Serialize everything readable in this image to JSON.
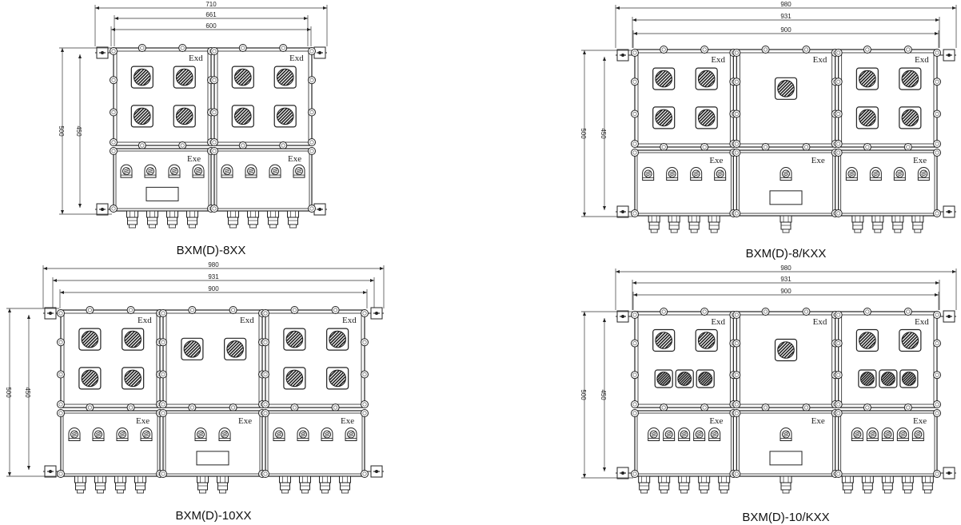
{
  "diagrams": [
    {
      "caption": "BXM(D)-8XX",
      "dims_h": [
        "710",
        "661",
        "600"
      ],
      "dims_v": [
        "500",
        "450"
      ],
      "top_row": [
        {
          "tag": "Exd",
          "switches": [
            2,
            2
          ]
        },
        {
          "tag": "Exd",
          "switches": [
            2,
            2
          ]
        }
      ],
      "bottom_row": [
        {
          "tag": "Exe",
          "lamps": 4,
          "plate": true
        },
        {
          "tag": "Exe",
          "lamps": 4,
          "plate": false
        }
      ]
    },
    {
      "caption": "BXM(D)-8/KXX",
      "dims_h": [
        "980",
        "931",
        "900"
      ],
      "dims_v": [
        "500",
        "450"
      ],
      "top_row": [
        {
          "tag": "Exd",
          "switches": [
            2,
            2
          ]
        },
        {
          "tag": "Exd",
          "switches": [
            1
          ]
        },
        {
          "tag": "Exd",
          "switches": [
            2,
            2
          ]
        }
      ],
      "bottom_row": [
        {
          "tag": "Exe",
          "lamps": 4,
          "plate": false
        },
        {
          "tag": "Exe",
          "lamps": 1,
          "plate": true
        },
        {
          "tag": "Exe",
          "lamps": 4,
          "plate": false
        }
      ]
    },
    {
      "caption": "BXM(D)-10XX",
      "dims_h": [
        "980",
        "931",
        "900"
      ],
      "dims_v": [
        "500",
        "450"
      ],
      "top_row": [
        {
          "tag": "Exd",
          "switches": [
            2,
            2
          ]
        },
        {
          "tag": "Exd",
          "switches": [
            2
          ]
        },
        {
          "tag": "Exd",
          "switches": [
            2,
            2
          ]
        }
      ],
      "bottom_row": [
        {
          "tag": "Exe",
          "lamps": 4,
          "plate": false
        },
        {
          "tag": "Exe",
          "lamps": 2,
          "plate": true
        },
        {
          "tag": "Exe",
          "lamps": 4,
          "plate": false
        }
      ]
    },
    {
      "caption": "BXM(D)-10/KXX",
      "dims_h": [
        "980",
        "931",
        "900"
      ],
      "dims_v": [
        "500",
        "450"
      ],
      "top_row": [
        {
          "tag": "Exd",
          "switches": [
            2,
            3
          ]
        },
        {
          "tag": "Exd",
          "switches": [
            1
          ]
        },
        {
          "tag": "Exd",
          "switches": [
            2,
            3
          ]
        }
      ],
      "bottom_row": [
        {
          "tag": "Exe",
          "lamps": 5,
          "plate": false
        },
        {
          "tag": "Exe",
          "lamps": 1,
          "plate": true
        },
        {
          "tag": "Exe",
          "lamps": 5,
          "plate": false
        }
      ]
    }
  ]
}
